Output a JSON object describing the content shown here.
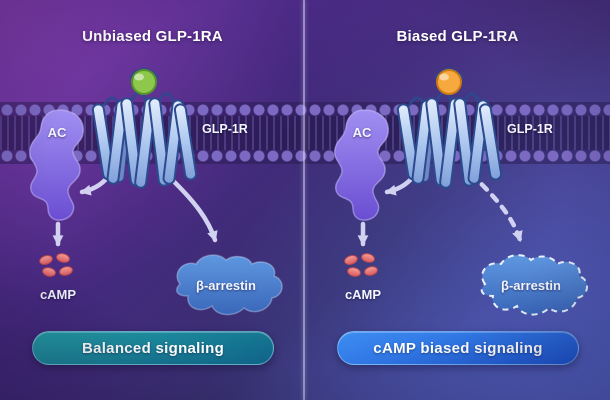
{
  "colors": {
    "arrow": "#d9daf7",
    "helix_top": "#e3eefc",
    "helix_mid": "#a9c4ee",
    "helix_bottom": "#7f9fd9",
    "helix_outline": "#2c4a8e",
    "ac_top": "#a18ff2",
    "ac_bottom": "#6a4ed2",
    "arrestin_top": "#5f97e0",
    "arrestin_bottom": "#3a67ba",
    "camp_top": "#f5a09a",
    "camp_bottom": "#d8595e"
  },
  "panels": [
    {
      "title": "Unbiased GLP-1RA",
      "ligand_color": "#8dc84d",
      "ligand_outline": "#55932a",
      "receptor_label": "GLP-1R",
      "ac_label": "AC",
      "camp_label": "cAMP",
      "arrestin_label": "β-arrestin",
      "arrestin_pathway_style": "solid",
      "banner_label": "Balanced signaling",
      "banner_color_top": "#23a0a8",
      "banner_color_bottom": "#0f6287"
    },
    {
      "title": "Biased GLP-1RA",
      "ligand_color": "#f7a83e",
      "ligand_outline": "#c97a15",
      "receptor_label": "GLP-1R",
      "ac_label": "AC",
      "camp_label": "cAMP",
      "arrestin_label": "β-arrestin",
      "arrestin_pathway_style": "dashed",
      "banner_label": "cAMP biased signaling",
      "banner_color_top": "#3d8ef2",
      "banner_color_bottom": "#1c54cf"
    }
  ]
}
